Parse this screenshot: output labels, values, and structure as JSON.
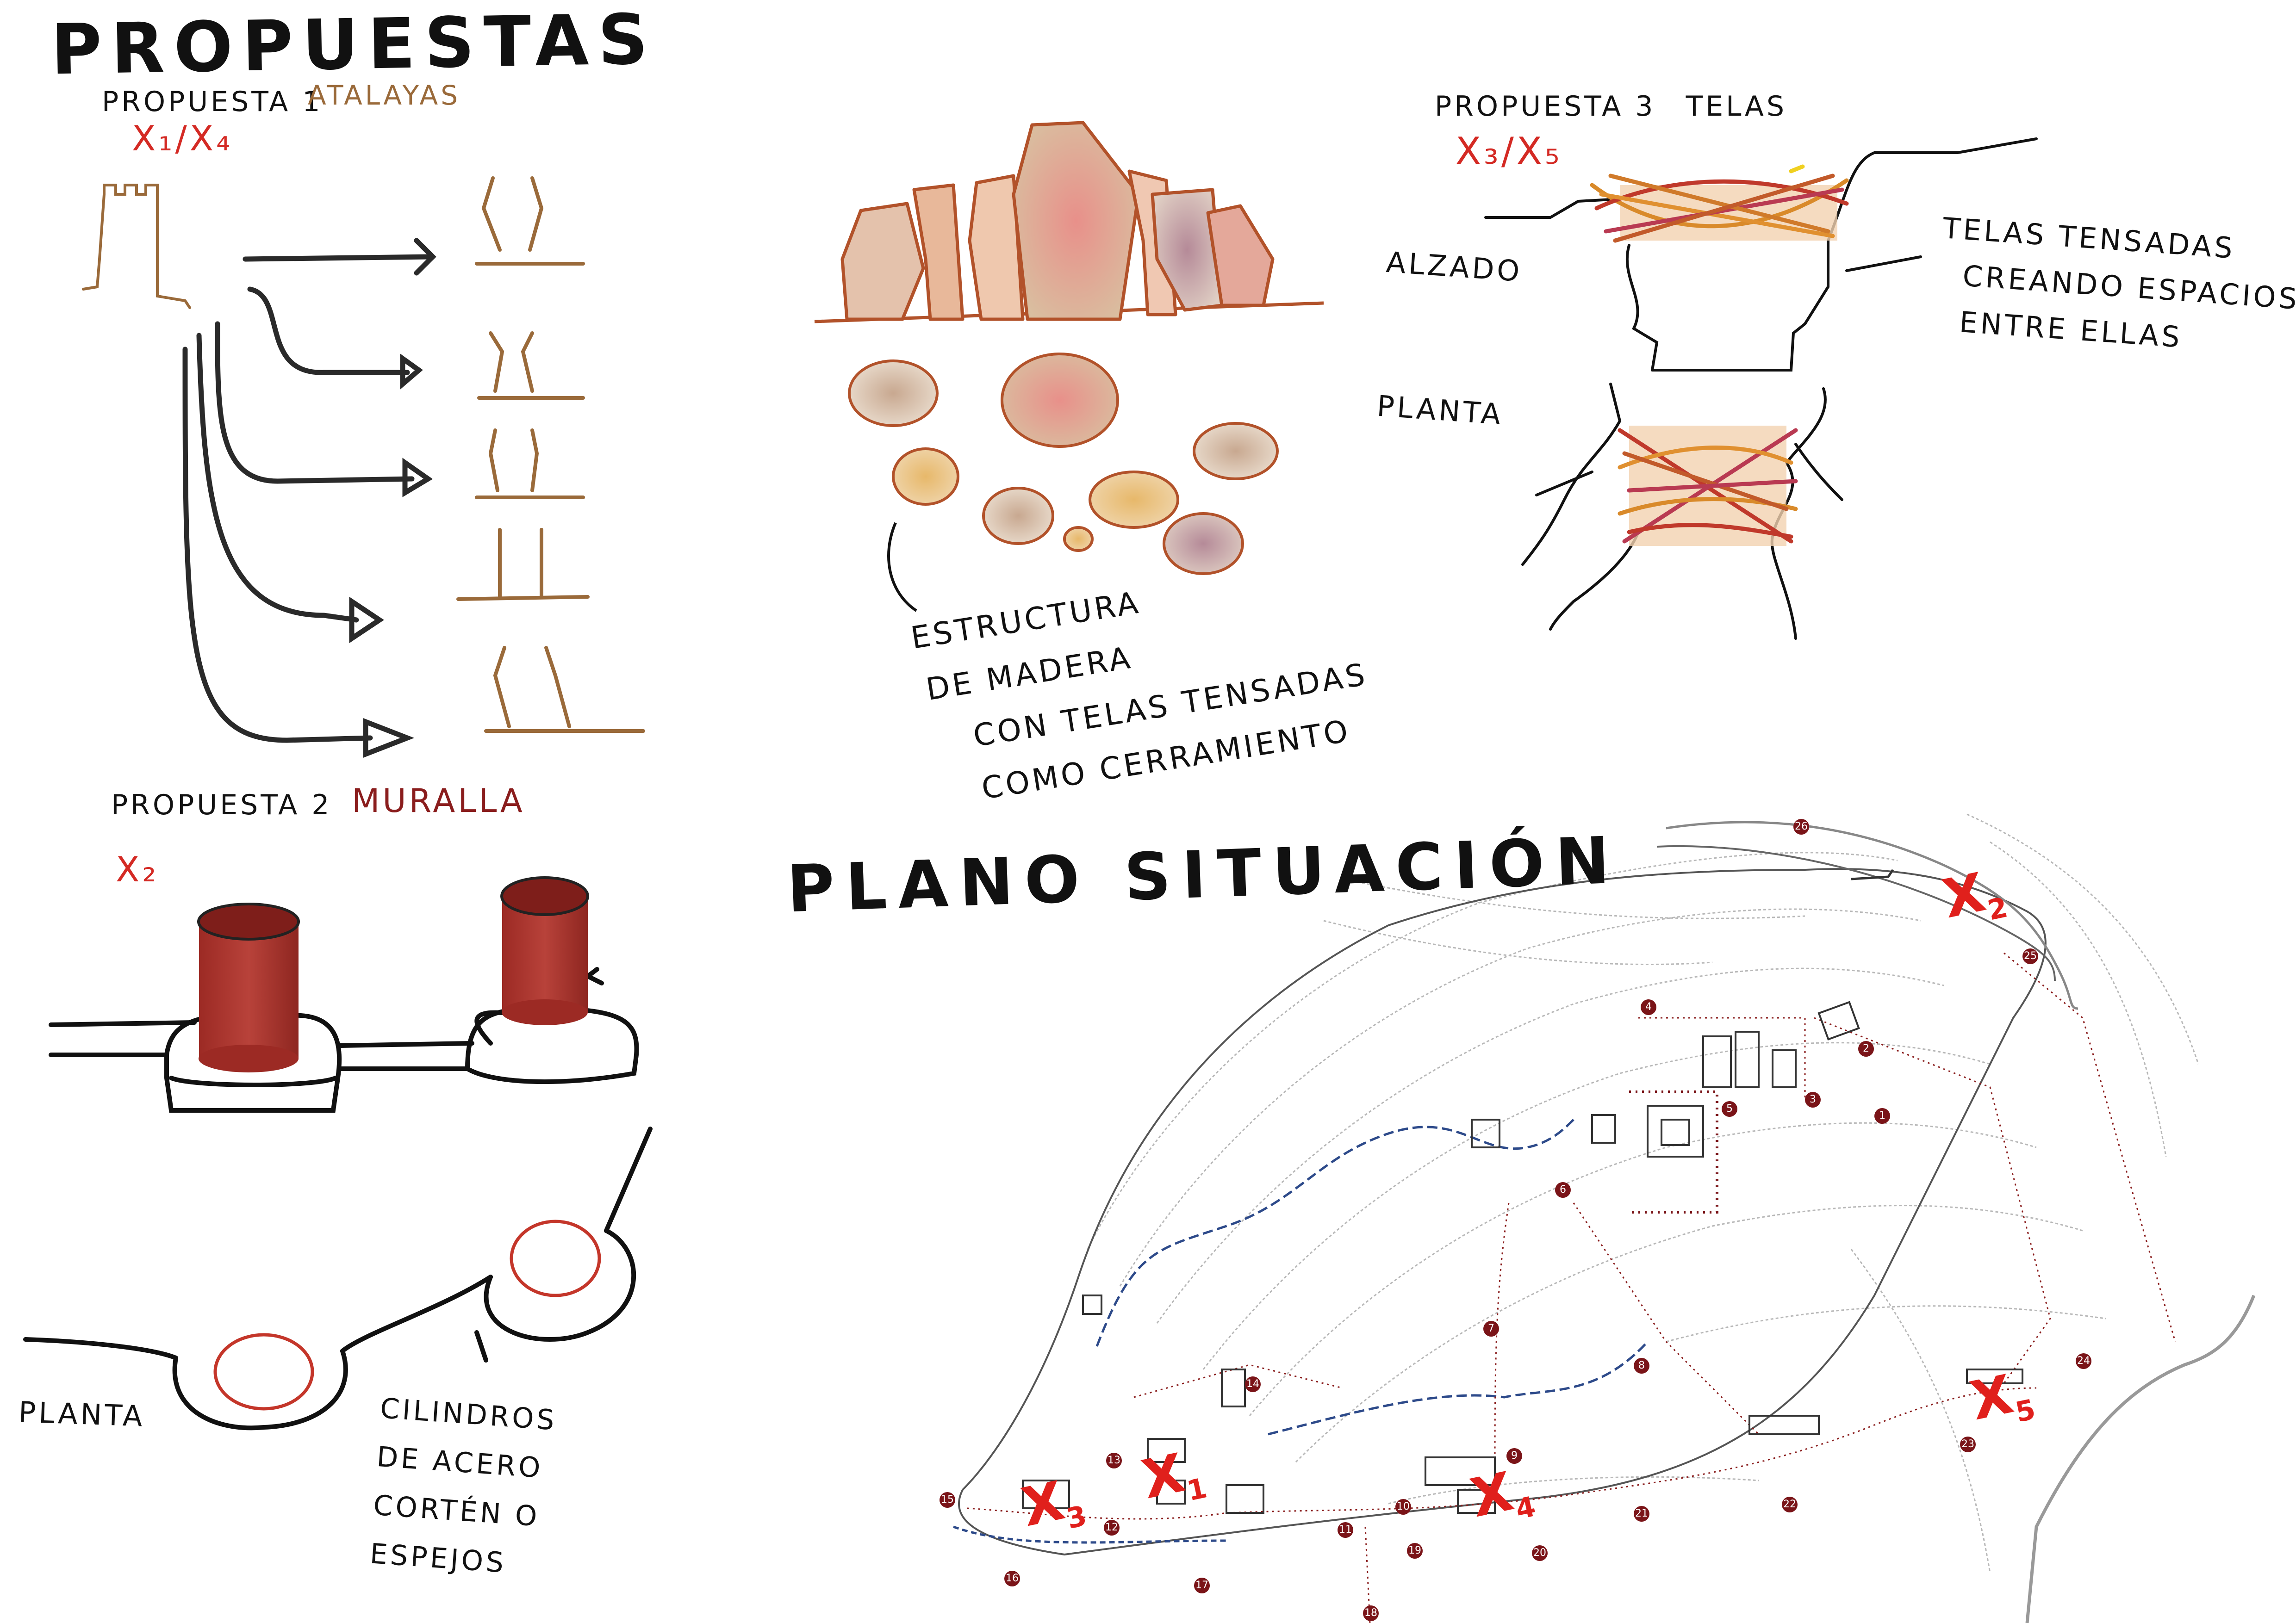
{
  "title": "PROPUESTAS",
  "proposal1": {
    "label": "PROPUESTA 1",
    "subtitle": "ATALAYAS",
    "codes": "X₁/X₄"
  },
  "proposal2": {
    "label": "PROPUESTA 2",
    "subtitle": "MURALLA",
    "codes": "X₂",
    "plan_label": "PLANTA",
    "note_lines": [
      "CILINDROS",
      "DE ACERO",
      "CORTÉN O",
      "ESPEJOS"
    ]
  },
  "center_note": [
    "ESTRUCTURA",
    "DE MADERA",
    "CON TELAS TENSADAS",
    "COMO CERRAMIENTO"
  ],
  "proposal3": {
    "label": "PROPUESTA 3",
    "subtitle": "TELAS",
    "codes": "X₃/X₅",
    "alzado_label": "ALZADO",
    "planta_label": "PLANTA",
    "note_lines": [
      "TELAS TENSADAS",
      "CREANDO ESPACIOS",
      "ENTRE ELLAS"
    ]
  },
  "site_plan": {
    "title": "PLANO SITUACIÓN",
    "marks": [
      {
        "name": "x1",
        "base": "X",
        "sub": "1"
      },
      {
        "name": "x2",
        "base": "X",
        "sub": "2"
      },
      {
        "name": "x3",
        "base": "X",
        "sub": "3"
      },
      {
        "name": "x4",
        "base": "X",
        "sub": "4"
      },
      {
        "name": "x5",
        "base": "X",
        "sub": "5"
      }
    ],
    "markers": [
      "1",
      "2",
      "3",
      "4",
      "5",
      "6",
      "7",
      "8",
      "9",
      "10",
      "11",
      "12",
      "13",
      "14",
      "15",
      "16",
      "17",
      "18",
      "19",
      "20",
      "21",
      "22",
      "23",
      "24",
      "25",
      "26"
    ]
  },
  "colors": {
    "ink": "#111111",
    "brown": "#9a6a3a",
    "red_mark": "#e0201c",
    "corten": "#a8322c",
    "marker": "#7a1418"
  }
}
